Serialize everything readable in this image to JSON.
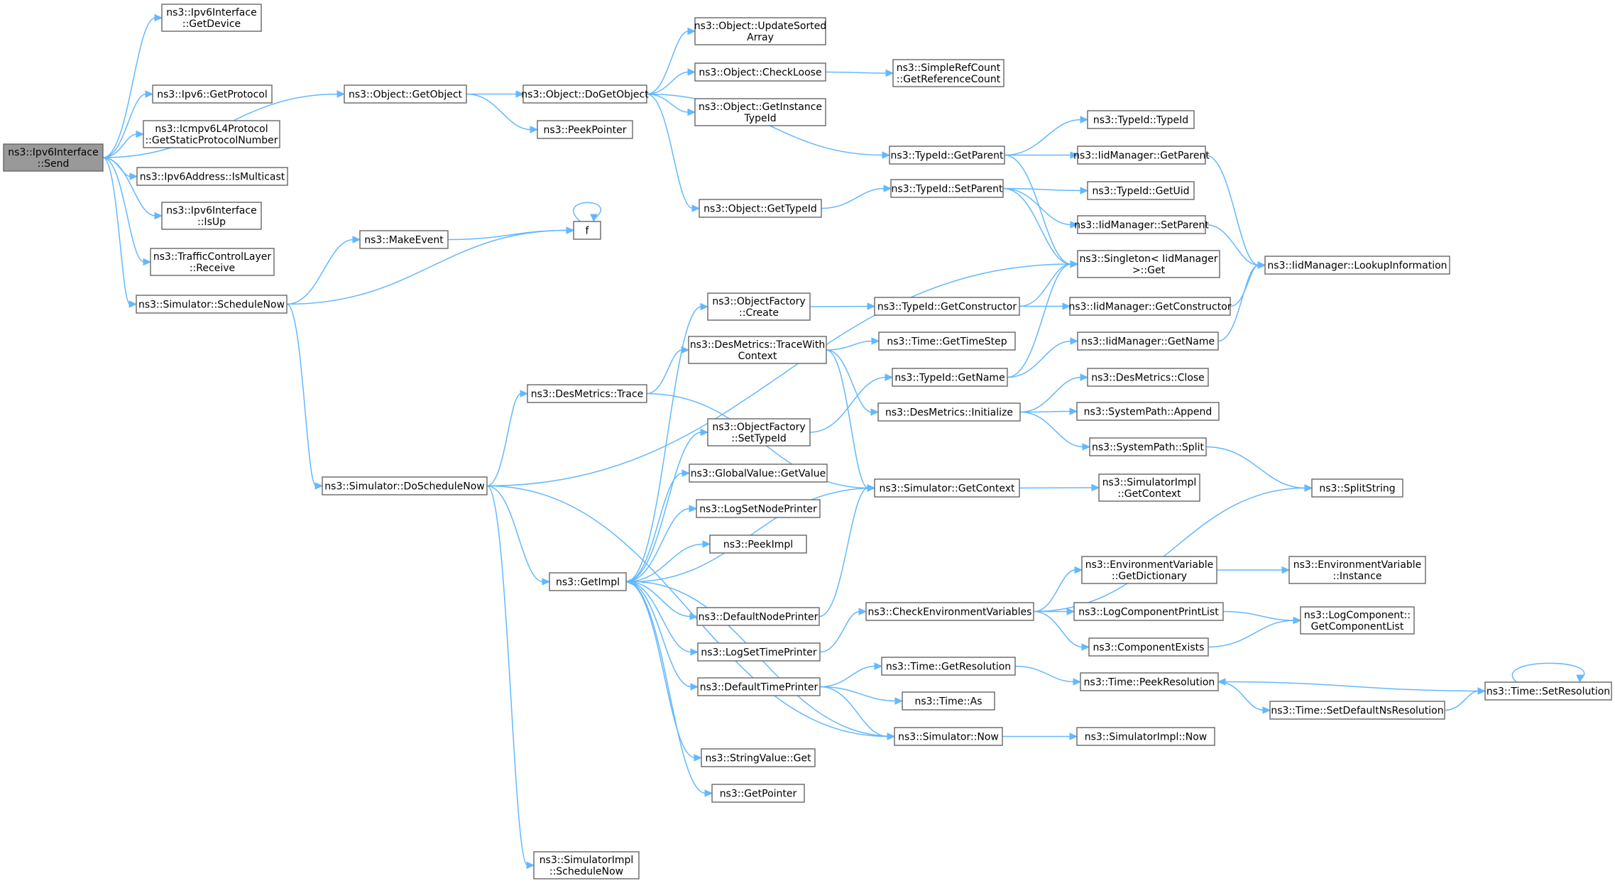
{
  "graph": {
    "title": "",
    "accent_color": "#63b8ff",
    "node_border_color": "#666666",
    "root_fill_color": "#999999",
    "nodes": [
      {
        "id": "ipv6if_send",
        "lines": [
          "ns3::Ipv6Interface",
          "::Send"
        ],
        "root": true
      },
      {
        "id": "ipv6if_getdevice",
        "lines": [
          "ns3::Ipv6Interface",
          "::GetDevice"
        ]
      },
      {
        "id": "ipv6_getprotocol",
        "lines": [
          "ns3::Ipv6::GetProtocol"
        ]
      },
      {
        "id": "icmpv6_getstatic",
        "lines": [
          "ns3::Icmpv6L4Protocol",
          "::GetStaticProtocolNumber"
        ]
      },
      {
        "id": "ipv6addr_ismulticast",
        "lines": [
          "ns3::Ipv6Address::IsMulticast"
        ]
      },
      {
        "id": "ipv6if_isup",
        "lines": [
          "ns3::Ipv6Interface",
          "::IsUp"
        ]
      },
      {
        "id": "tcl_receive",
        "lines": [
          "ns3::TrafficControlLayer",
          "::Receive"
        ]
      },
      {
        "id": "sim_schedulenow",
        "lines": [
          "ns3::Simulator::ScheduleNow"
        ]
      },
      {
        "id": "obj_getobject",
        "lines": [
          "ns3::Object::GetObject"
        ]
      },
      {
        "id": "peekpointer",
        "lines": [
          "ns3::PeekPointer"
        ]
      },
      {
        "id": "obj_dogetobject",
        "lines": [
          "ns3::Object::DoGetObject"
        ]
      },
      {
        "id": "obj_updatesorted",
        "lines": [
          "ns3::Object::UpdateSorted",
          "Array"
        ]
      },
      {
        "id": "obj_checkloose",
        "lines": [
          "ns3::Object::CheckLoose"
        ]
      },
      {
        "id": "obj_getinstancetypeid",
        "lines": [
          "ns3::Object::GetInstance",
          "TypeId"
        ]
      },
      {
        "id": "obj_gettypeid",
        "lines": [
          "ns3::Object::GetTypeId"
        ]
      },
      {
        "id": "simplerefcount",
        "lines": [
          "ns3::SimpleRefCount",
          "::GetReferenceCount"
        ]
      },
      {
        "id": "typeid_getparent",
        "lines": [
          "ns3::TypeId::GetParent"
        ]
      },
      {
        "id": "typeid_typeid",
        "lines": [
          "ns3::TypeId::TypeId"
        ]
      },
      {
        "id": "iid_getparent",
        "lines": [
          "ns3::IidManager::GetParent"
        ]
      },
      {
        "id": "typeid_setparent",
        "lines": [
          "ns3::TypeId::SetParent"
        ]
      },
      {
        "id": "typeid_getuid",
        "lines": [
          "ns3::TypeId::GetUid"
        ]
      },
      {
        "id": "iid_setparent",
        "lines": [
          "ns3::IidManager::SetParent"
        ]
      },
      {
        "id": "singleton_get",
        "lines": [
          "ns3::Singleton< IidManager",
          " >::Get"
        ]
      },
      {
        "id": "iid_lookupinfo",
        "lines": [
          "ns3::IidManager::LookupInformation"
        ]
      },
      {
        "id": "makeevent",
        "lines": [
          "ns3::MakeEvent"
        ]
      },
      {
        "id": "f",
        "lines": [
          "f"
        ]
      },
      {
        "id": "objfactory_create",
        "lines": [
          "ns3::ObjectFactory",
          "::Create"
        ]
      },
      {
        "id": "typeid_getconstructor",
        "lines": [
          "ns3::TypeId::GetConstructor"
        ]
      },
      {
        "id": "iid_getconstructor",
        "lines": [
          "ns3::IidManager::GetConstructor"
        ]
      },
      {
        "id": "desmetrics_tracewith",
        "lines": [
          "ns3::DesMetrics::TraceWith",
          "Context"
        ]
      },
      {
        "id": "time_gettimestep",
        "lines": [
          "ns3::Time::GetTimeStep"
        ]
      },
      {
        "id": "iid_getname",
        "lines": [
          "ns3::IidManager::GetName"
        ]
      },
      {
        "id": "typeid_getname",
        "lines": [
          "ns3::TypeId::GetName"
        ]
      },
      {
        "id": "desmetrics_trace",
        "lines": [
          "ns3::DesMetrics::Trace"
        ]
      },
      {
        "id": "desmetrics_close",
        "lines": [
          "ns3::DesMetrics::Close"
        ]
      },
      {
        "id": "desmetrics_initialize",
        "lines": [
          "ns3::DesMetrics::Initialize"
        ]
      },
      {
        "id": "systempath_append",
        "lines": [
          "ns3::SystemPath::Append"
        ]
      },
      {
        "id": "objfactory_settypeid",
        "lines": [
          "ns3::ObjectFactory",
          "::SetTypeId"
        ]
      },
      {
        "id": "systempath_split",
        "lines": [
          "ns3::SystemPath::Split"
        ]
      },
      {
        "id": "sim_doschedulenow",
        "lines": [
          "ns3::Simulator::DoScheduleNow"
        ]
      },
      {
        "id": "globalvalue_getvalue",
        "lines": [
          "ns3::GlobalValue::GetValue"
        ]
      },
      {
        "id": "sim_getcontext",
        "lines": [
          "ns3::Simulator::GetContext"
        ]
      },
      {
        "id": "simimpl_getcontext",
        "lines": [
          "ns3::SimulatorImpl",
          "::GetContext"
        ]
      },
      {
        "id": "splitstring",
        "lines": [
          "ns3::SplitString"
        ]
      },
      {
        "id": "logsetnodeprinter",
        "lines": [
          "ns3::LogSetNodePrinter"
        ]
      },
      {
        "id": "peekimpl",
        "lines": [
          "ns3::PeekImpl"
        ]
      },
      {
        "id": "envvar_getdictionary",
        "lines": [
          "ns3::EnvironmentVariable",
          "::GetDictionary"
        ]
      },
      {
        "id": "envvar_instance",
        "lines": [
          "ns3::EnvironmentVariable",
          "::Instance"
        ]
      },
      {
        "id": "getimpl",
        "lines": [
          "ns3::GetImpl"
        ]
      },
      {
        "id": "defaultnodeprinter",
        "lines": [
          "ns3::DefaultNodePrinter"
        ]
      },
      {
        "id": "checkenvvars",
        "lines": [
          "ns3::CheckEnvironmentVariables"
        ]
      },
      {
        "id": "logcomponentprintlist",
        "lines": [
          "ns3::LogComponentPrintList"
        ]
      },
      {
        "id": "logcomponent_getlist",
        "lines": [
          "ns3::LogComponent::",
          "GetComponentList"
        ]
      },
      {
        "id": "logsettimeprinter",
        "lines": [
          "ns3::LogSetTimePrinter"
        ]
      },
      {
        "id": "componentexists",
        "lines": [
          "ns3::ComponentExists"
        ]
      },
      {
        "id": "time_getresolution",
        "lines": [
          "ns3::Time::GetResolution"
        ]
      },
      {
        "id": "time_peekresolution",
        "lines": [
          "ns3::Time::PeekResolution"
        ]
      },
      {
        "id": "time_setresolution",
        "lines": [
          "ns3::Time::SetResolution"
        ]
      },
      {
        "id": "defaulttimeprinter",
        "lines": [
          "ns3::DefaultTimePrinter"
        ]
      },
      {
        "id": "time_setdefaultns",
        "lines": [
          "ns3::Time::SetDefaultNsResolution"
        ]
      },
      {
        "id": "time_as",
        "lines": [
          "ns3::Time::As"
        ]
      },
      {
        "id": "sim_now",
        "lines": [
          "ns3::Simulator::Now"
        ]
      },
      {
        "id": "simimpl_now",
        "lines": [
          "ns3::SimulatorImpl::Now"
        ]
      },
      {
        "id": "stringvalue_get",
        "lines": [
          "ns3::StringValue::Get"
        ]
      },
      {
        "id": "getpointer",
        "lines": [
          "ns3::GetPointer"
        ]
      },
      {
        "id": "simimpl_schedulenow",
        "lines": [
          "ns3::SimulatorImpl",
          "::ScheduleNow"
        ]
      }
    ],
    "edges": [
      [
        "ipv6if_send",
        "ipv6if_getdevice"
      ],
      [
        "ipv6if_send",
        "obj_getobject"
      ],
      [
        "ipv6if_send",
        "ipv6_getprotocol"
      ],
      [
        "ipv6if_send",
        "icmpv6_getstatic"
      ],
      [
        "ipv6if_send",
        "ipv6addr_ismulticast"
      ],
      [
        "ipv6if_send",
        "ipv6if_isup"
      ],
      [
        "ipv6if_send",
        "tcl_receive"
      ],
      [
        "ipv6if_send",
        "sim_schedulenow"
      ],
      [
        "obj_getobject",
        "obj_dogetobject"
      ],
      [
        "obj_getobject",
        "peekpointer"
      ],
      [
        "obj_dogetobject",
        "obj_updatesorted"
      ],
      [
        "obj_dogetobject",
        "obj_checkloose"
      ],
      [
        "obj_dogetobject",
        "obj_getinstancetypeid"
      ],
      [
        "obj_dogetobject",
        "typeid_getparent"
      ],
      [
        "obj_dogetobject",
        "obj_gettypeid"
      ],
      [
        "obj_checkloose",
        "simplerefcount"
      ],
      [
        "typeid_getparent",
        "typeid_typeid"
      ],
      [
        "typeid_getparent",
        "iid_getparent"
      ],
      [
        "typeid_getparent",
        "singleton_get"
      ],
      [
        "iid_getparent",
        "iid_lookupinfo"
      ],
      [
        "obj_gettypeid",
        "typeid_setparent"
      ],
      [
        "typeid_setparent",
        "typeid_getuid"
      ],
      [
        "typeid_setparent",
        "iid_setparent"
      ],
      [
        "typeid_setparent",
        "singleton_get"
      ],
      [
        "iid_setparent",
        "iid_lookupinfo"
      ],
      [
        "sim_schedulenow",
        "makeevent"
      ],
      [
        "sim_schedulenow",
        "f"
      ],
      [
        "sim_schedulenow",
        "sim_doschedulenow"
      ],
      [
        "makeevent",
        "f"
      ],
      [
        "f",
        "f"
      ],
      [
        "sim_doschedulenow",
        "singleton_get"
      ],
      [
        "sim_doschedulenow",
        "desmetrics_trace"
      ],
      [
        "sim_doschedulenow",
        "getimpl"
      ],
      [
        "sim_doschedulenow",
        "sim_now"
      ],
      [
        "sim_doschedulenow",
        "simimpl_schedulenow"
      ],
      [
        "desmetrics_trace",
        "desmetrics_tracewith"
      ],
      [
        "desmetrics_trace",
        "sim_getcontext"
      ],
      [
        "desmetrics_tracewith",
        "time_gettimestep"
      ],
      [
        "desmetrics_tracewith",
        "desmetrics_initialize"
      ],
      [
        "desmetrics_tracewith",
        "sim_getcontext"
      ],
      [
        "desmetrics_initialize",
        "desmetrics_close"
      ],
      [
        "desmetrics_initialize",
        "systempath_append"
      ],
      [
        "desmetrics_initialize",
        "systempath_split"
      ],
      [
        "systempath_split",
        "splitstring"
      ],
      [
        "sim_getcontext",
        "simimpl_getcontext"
      ],
      [
        "sim_getcontext",
        "getimpl"
      ],
      [
        "getimpl",
        "objfactory_create"
      ],
      [
        "getimpl",
        "objfactory_settypeid"
      ],
      [
        "getimpl",
        "globalvalue_getvalue"
      ],
      [
        "getimpl",
        "logsetnodeprinter"
      ],
      [
        "getimpl",
        "peekimpl"
      ],
      [
        "getimpl",
        "defaultnodeprinter"
      ],
      [
        "getimpl",
        "logsettimeprinter"
      ],
      [
        "getimpl",
        "defaulttimeprinter"
      ],
      [
        "getimpl",
        "stringvalue_get"
      ],
      [
        "getimpl",
        "getpointer"
      ],
      [
        "objfactory_create",
        "typeid_getconstructor"
      ],
      [
        "typeid_getconstructor",
        "singleton_get"
      ],
      [
        "typeid_getconstructor",
        "iid_getconstructor"
      ],
      [
        "iid_getconstructor",
        "iid_lookupinfo"
      ],
      [
        "objfactory_settypeid",
        "typeid_getname"
      ],
      [
        "typeid_getname",
        "singleton_get"
      ],
      [
        "typeid_getname",
        "iid_getname"
      ],
      [
        "iid_getname",
        "iid_lookupinfo"
      ],
      [
        "defaultnodeprinter",
        "sim_getcontext"
      ],
      [
        "logsettimeprinter",
        "checkenvvars"
      ],
      [
        "checkenvvars",
        "splitstring"
      ],
      [
        "checkenvvars",
        "envvar_getdictionary"
      ],
      [
        "checkenvvars",
        "logcomponentprintlist"
      ],
      [
        "checkenvvars",
        "componentexists"
      ],
      [
        "envvar_getdictionary",
        "envvar_instance"
      ],
      [
        "logcomponentprintlist",
        "logcomponent_getlist"
      ],
      [
        "componentexists",
        "logcomponent_getlist"
      ],
      [
        "defaulttimeprinter",
        "time_getresolution"
      ],
      [
        "defaulttimeprinter",
        "time_as"
      ],
      [
        "defaulttimeprinter",
        "sim_now"
      ],
      [
        "time_getresolution",
        "time_peekresolution"
      ],
      [
        "time_peekresolution",
        "time_setdefaultns"
      ],
      [
        "time_setdefaultns",
        "time_setresolution"
      ],
      [
        "time_setresolution",
        "time_peekresolution"
      ],
      [
        "time_setresolution",
        "time_setresolution"
      ],
      [
        "sim_now",
        "getimpl"
      ],
      [
        "sim_now",
        "simimpl_now"
      ]
    ]
  }
}
